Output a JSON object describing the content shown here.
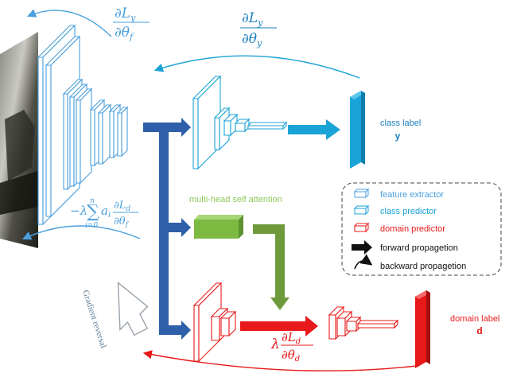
{
  "colors": {
    "feature": "#4a9fdc",
    "class": "#1aa3d6",
    "class_text": "#1a7fbf",
    "domain": "#e8191a",
    "attention": "#7cba42",
    "attention_text": "#8ec95a",
    "forward_blue": "#2e5fa8",
    "forward_green": "#6e9a3c",
    "reversal": "#9aa3ab",
    "legend_border": "#444444",
    "dark": "#111111"
  },
  "labels": {
    "class_label": "class label",
    "class_symbol": "y",
    "domain_label": "domain label",
    "domain_symbol": "d",
    "attention": "multi-head self attention",
    "gradient_reversal": "Gradient reversal"
  },
  "equations": {
    "grad_feature": {
      "num_d": "∂",
      "num_var": "L",
      "num_sub": "y",
      "den_d": "∂",
      "den_var": "θ",
      "den_sub": "f"
    },
    "grad_class": {
      "num_d": "∂",
      "num_var": "L",
      "num_sub": "y",
      "den_d": "∂",
      "den_var": "θ",
      "den_sub": "y"
    },
    "grad_sum": {
      "prefix": "−λ",
      "sum": "∑",
      "upper": "n",
      "lower": "i=0",
      "coef": "a",
      "coef_sub": "i",
      "num_d": "∂",
      "num_var": "L",
      "num_sub": "d",
      "den_d": "∂",
      "den_var": "θ",
      "den_sub": "f"
    },
    "grad_domain": {
      "prefix": "λ",
      "num_d": "∂",
      "num_var": "L",
      "num_sub": "d",
      "den_d": "∂",
      "den_var": "θ",
      "den_sub": "d"
    }
  },
  "legend": {
    "items": [
      {
        "label": "feature extractor",
        "icon": "box-outline-icon",
        "color": "#4a9fdc"
      },
      {
        "label": "class predictor",
        "icon": "box-outline-icon",
        "color": "#1aa3d6"
      },
      {
        "label": "domain predictor",
        "icon": "box-outline-icon",
        "color": "#e8191a"
      },
      {
        "label": "forward propagetion",
        "icon": "arrow-right-icon",
        "color": "#111111"
      },
      {
        "label": "backward propagetion",
        "icon": "curved-arrow-icon",
        "color": "#111111"
      }
    ]
  }
}
